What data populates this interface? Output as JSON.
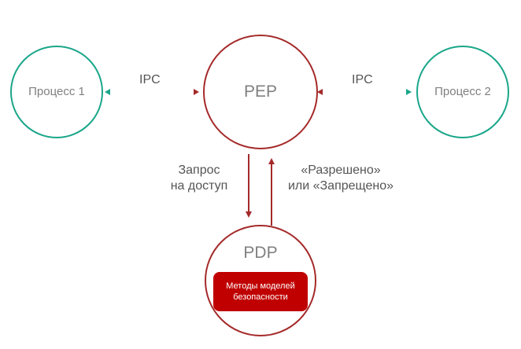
{
  "nodes": {
    "process1": "Процесс 1",
    "pep": "PEP",
    "process2": "Процесс 2",
    "pdp": "PDP",
    "pdp_box": "Методы моделей безопасности"
  },
  "edges": {
    "ipc_left": "IPC",
    "ipc_right": "IPC",
    "request_line1": "Запрос",
    "request_line2": "на доступ",
    "response_line1": "«Разрешено»",
    "response_line2": "или «Запрещено»"
  },
  "colors": {
    "teal": "#1aa68a",
    "red": "#a52a2a",
    "box": "#c00000"
  }
}
